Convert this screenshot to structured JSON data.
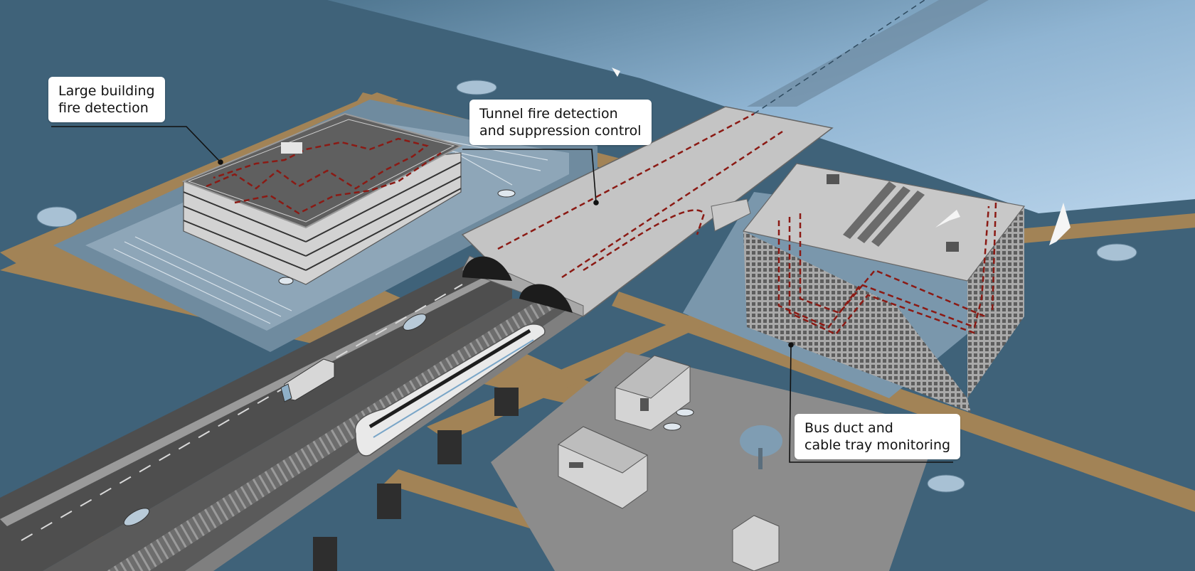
{
  "callouts": {
    "building": {
      "line1": "Large building",
      "line2": "fire detection"
    },
    "tunnel": {
      "line1": "Tunnel fire detection",
      "line2": "and suppression control"
    },
    "busduct": {
      "line1": "Bus duct and",
      "line2": "cable tray monitoring"
    }
  },
  "colors": {
    "water": "#3e6379",
    "road": "#a28356",
    "ground": "#7a8d9c",
    "concrete": "#bdbdbd",
    "detection_cable": "#8b1a14",
    "sky": "#9fc2de"
  }
}
